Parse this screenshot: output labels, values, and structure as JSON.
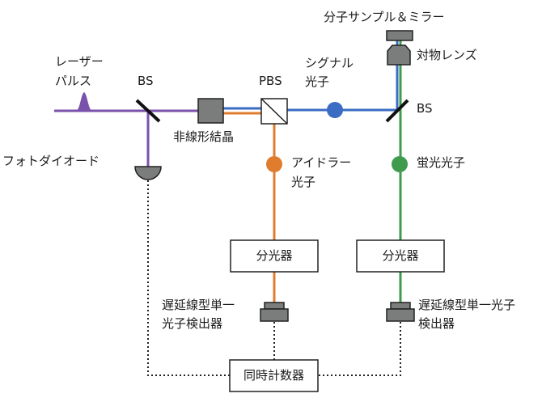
{
  "title": "Quantum entangled photon fluorescence spectroscopy setup",
  "colors": {
    "laser": "#7b52ab",
    "signal": "#3a6cc4",
    "idler": "#e07c2e",
    "fluorescence": "#3f9c4f",
    "component_fill": "#7a7d7c",
    "component_stroke": "#222222",
    "dotted": "#222222"
  },
  "labels": {
    "laser_pulse_line1": "レーザー",
    "laser_pulse_line2": "パルス",
    "bs_left": "BS",
    "pbs": "PBS",
    "signal_line1": "シグナル",
    "signal_line2": "光子",
    "sample_mirror": "分子サンプル＆ミラー",
    "objective_lens": "対物レンズ",
    "bs_right": "BS",
    "nonlinear_crystal": "非線形結晶",
    "photodiode": "フォトダイオード",
    "idler_line1": "アイドラー",
    "idler_line2": "光子",
    "fluorescence_photon": "蛍光光子",
    "detector_left_line1": "遅延線型単一",
    "detector_left_line2": "光子検出器",
    "detector_right_line1": "遅延線型単一光子",
    "detector_right_line2": "検出器"
  },
  "boxes": {
    "spectrometer_left": "分光器",
    "spectrometer_right": "分光器",
    "coincidence_counter": "同時計数器"
  }
}
